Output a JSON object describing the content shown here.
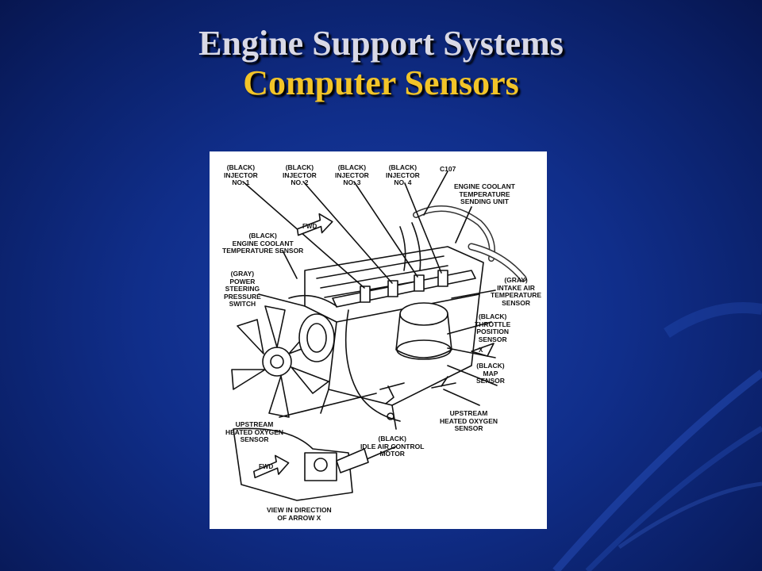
{
  "slide": {
    "title_line1": "Engine Support Systems",
    "title_line2": "Computer Sensors"
  },
  "diagram": {
    "labels": {
      "injector1": "(BLACK)\nINJECTOR\nNO. 1",
      "injector2": "(BLACK)\nINJECTOR\nNO. 2",
      "injector3": "(BLACK)\nINJECTOR\nNO. 3",
      "injector4": "(BLACK)\nINJECTOR\nNO. 4",
      "c107": "C107",
      "coolant_sending": "ENGINE COOLANT\nTEMPERATURE\nSENDING UNIT",
      "fwd_top": "FWD",
      "coolant_sensor": "(BLACK)\nENGINE COOLANT\nTEMPERATURE SENSOR",
      "power_steering": "(GRAY)\nPOWER\nSTEERING\nPRESSURE\nSWITCH",
      "intake_air": "(GRAY)\nINTAKE AIR\nTEMPERATURE\nSENSOR",
      "throttle": "(BLACK)\nTHROTTLE\nPOSITION\nSENSOR",
      "arrow_x": "X",
      "map": "(BLACK)\nMAP\nSENSOR",
      "upstream_left": "UPSTREAM\nHEATED OXYGEN\nSENSOR",
      "upstream_right": "UPSTREAM\nHEATED OXYGEN\nSENSOR",
      "idle_air": "(BLACK)\nIDLE AIR CONTROL\nMOTOR",
      "fwd_bottom": "FWD",
      "view_caption": "VIEW IN DIRECTION\nOF ARROW X"
    }
  }
}
